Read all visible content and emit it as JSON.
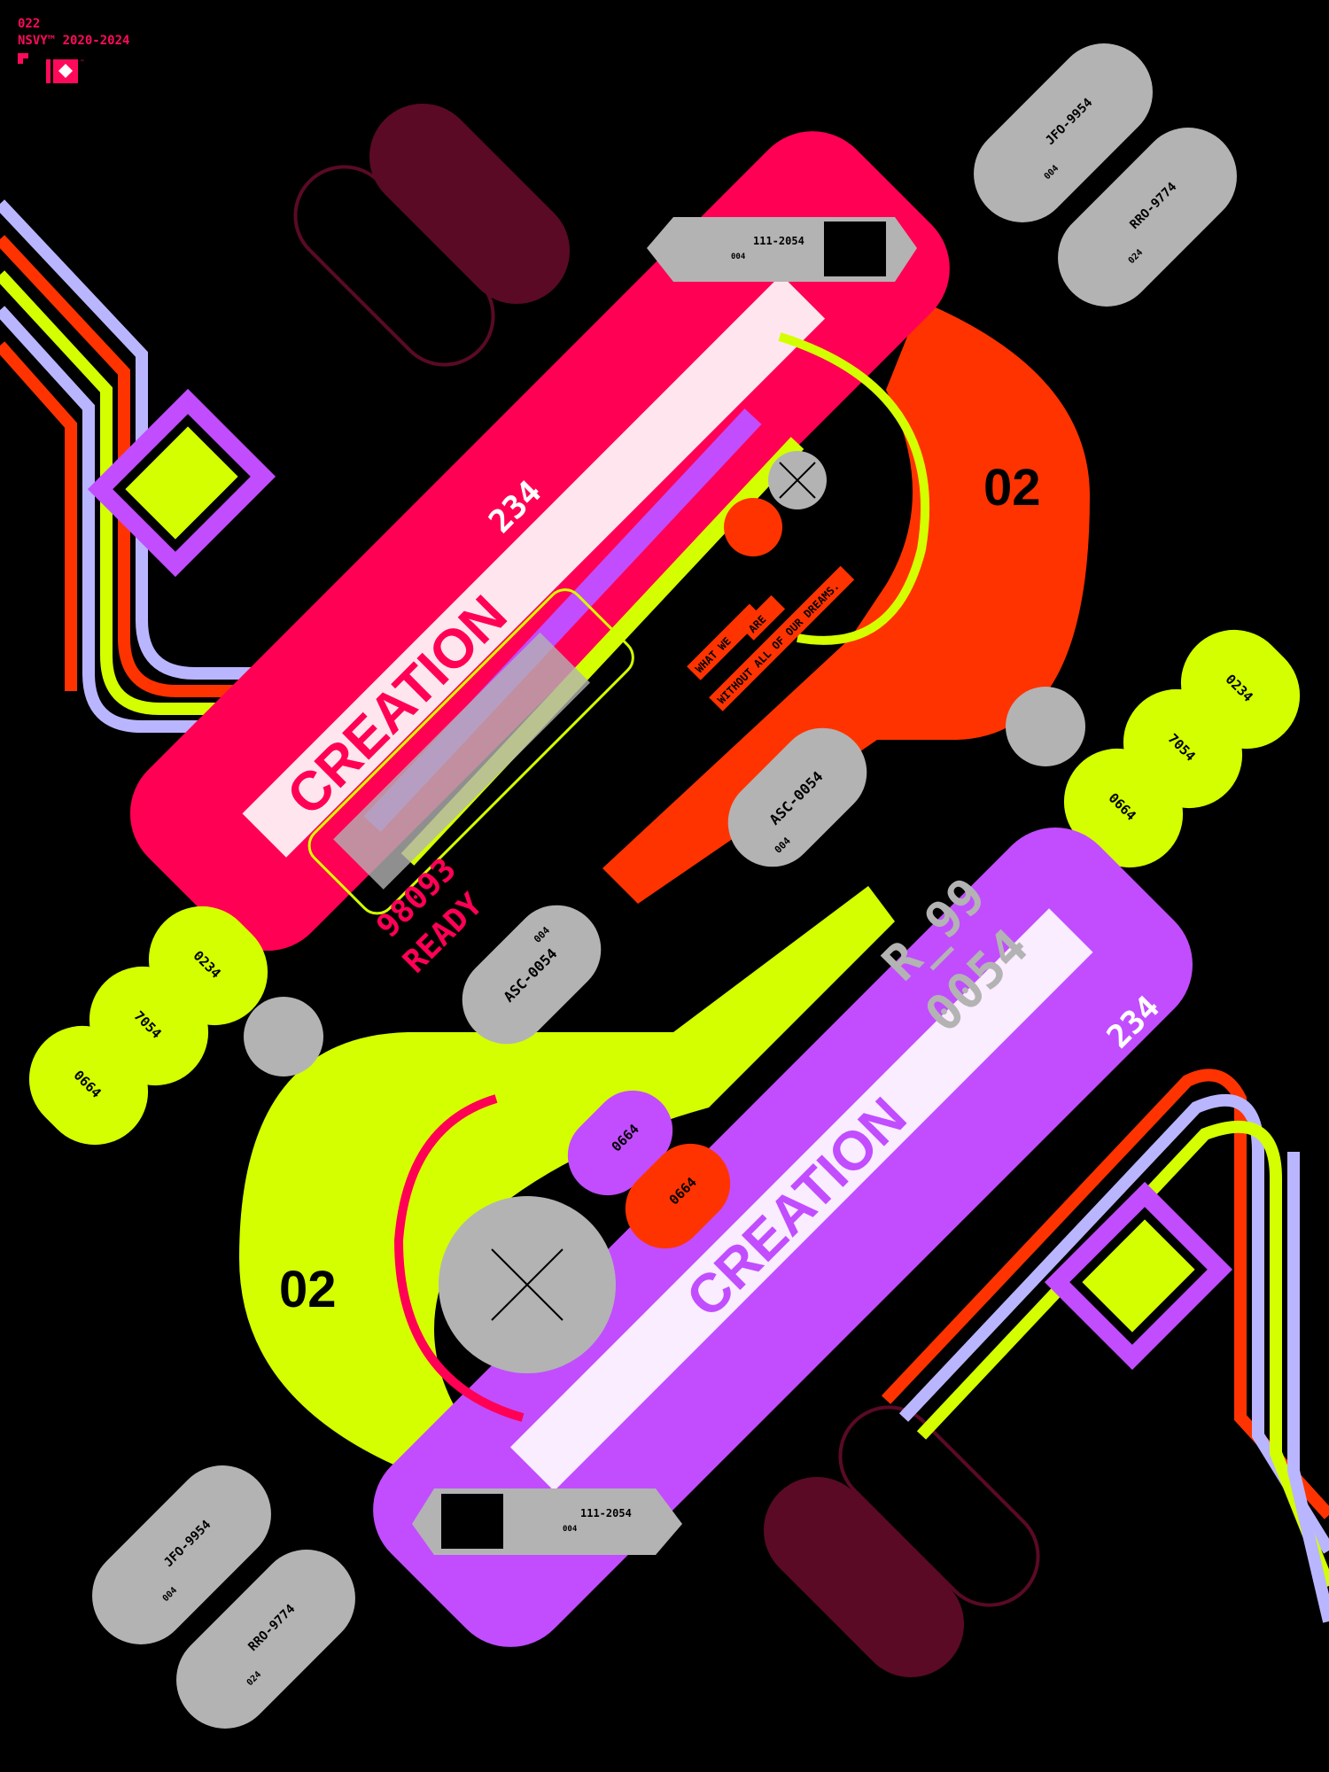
{
  "colors": {
    "background": "#000000",
    "pink": "#ff0055",
    "orange": "#ff3300",
    "lime": "#d4ff00",
    "purple": "#c14dff",
    "lavender": "#b9b6ff",
    "gray": "#b3b3b3",
    "maroon": "#5a0a24"
  },
  "header": {
    "number": "022",
    "brand": "NSVY™ 2020-2024",
    "logo_tm": "™"
  },
  "top_half": {
    "big_number": "02",
    "creation": "CREATION",
    "code_234": "234",
    "ready_number": "98093",
    "ready_label": "READY",
    "asc_label": "ASC-0054",
    "asc_sub": "004",
    "panel_code": "111-2054",
    "panel_sub": "004",
    "slogan_1": "WHAT WE",
    "slogan_2": "ARE",
    "slogan_3": "WITHOUT ALL OF OUR DREAMS.",
    "tag_jfo": "JFO-9954",
    "tag_jfo_sub": "004",
    "tag_rro": "RRO-9774",
    "tag_rro_sub": "024",
    "pills": [
      "0234",
      "7054",
      "0664"
    ]
  },
  "bottom_half": {
    "big_number": "02",
    "creation": "CREATION",
    "code_234": "234",
    "r_label": "R_99",
    "r_number": "0054",
    "asc_label": "ASC-0054",
    "asc_sub": "004",
    "panel_code": "111-2054",
    "panel_sub": "004",
    "tag_jfo": "JFO-9954",
    "tag_jfo_sub": "004",
    "tag_rro": "RRO-9774",
    "tag_rro_sub": "024",
    "pills": [
      "0234",
      "7054",
      "0664"
    ],
    "mini_pills": [
      "0664",
      "0664"
    ]
  }
}
